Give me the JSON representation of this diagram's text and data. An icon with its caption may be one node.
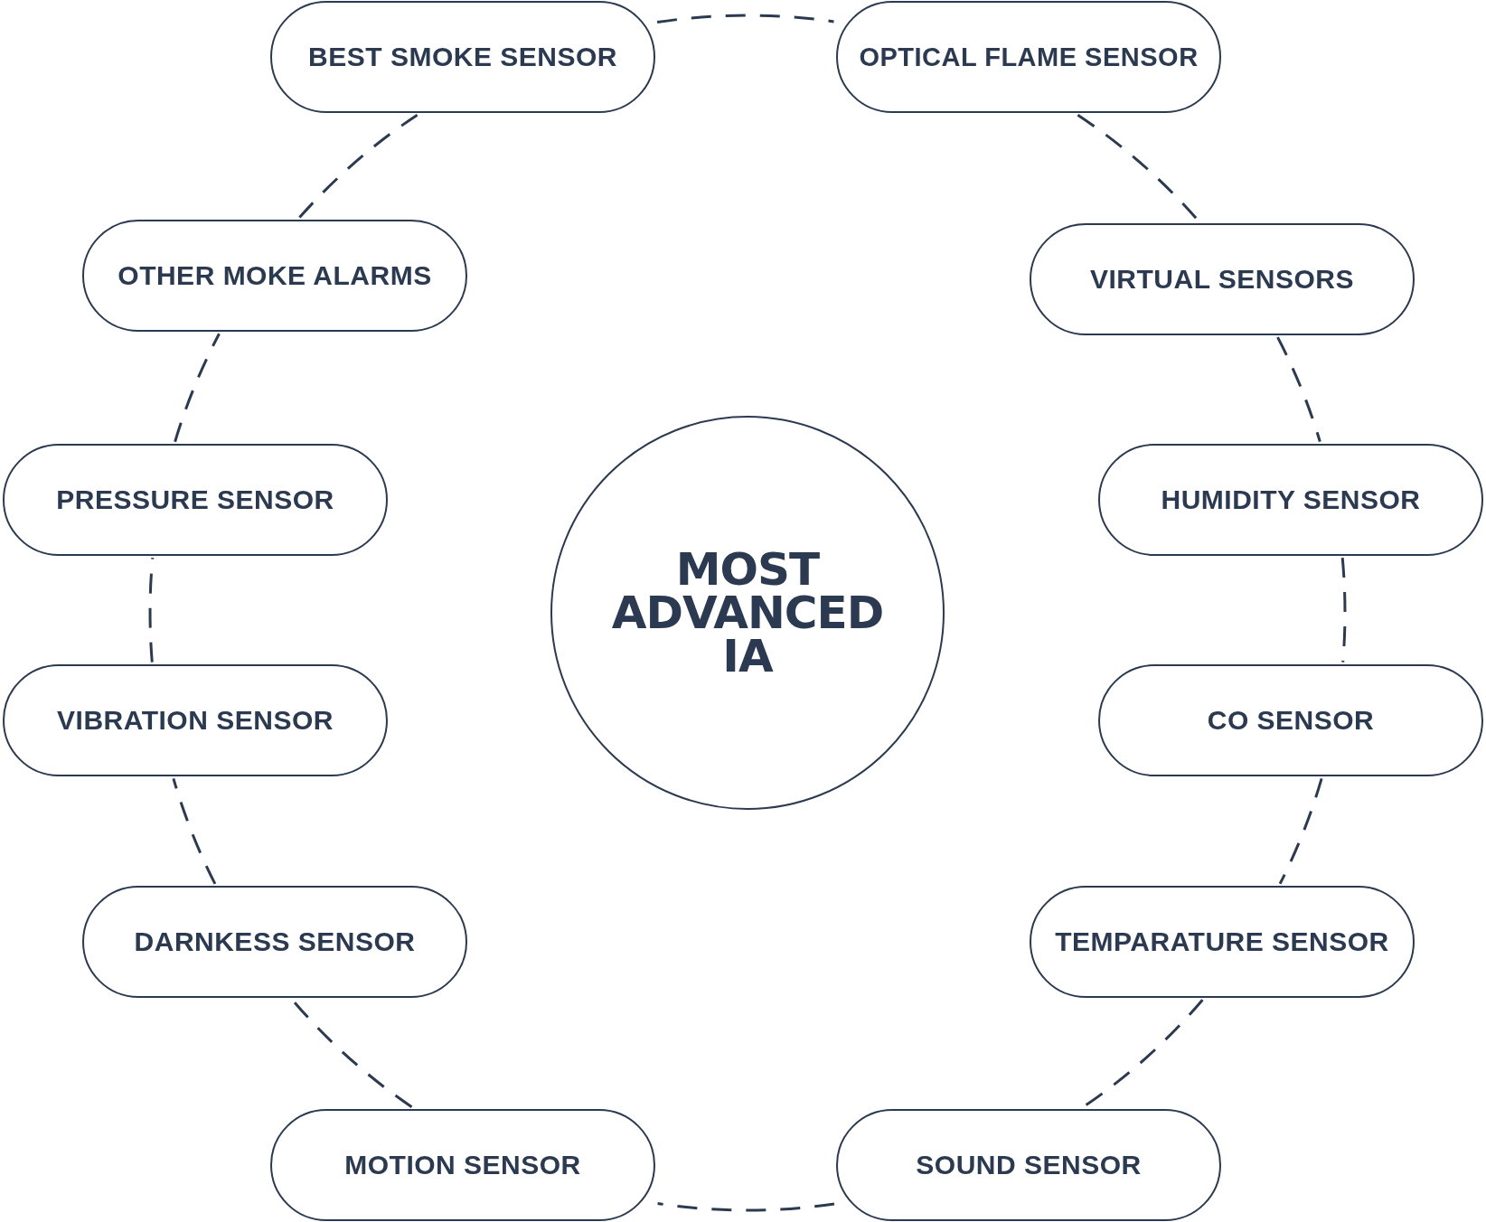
{
  "diagram": {
    "nodes": [
      {
        "text": [
          "BEST SMOKE SENSOR"
        ]
      },
      {
        "text": [
          "OPTICAL FLAME SENSOR"
        ]
      },
      {
        "text": [
          "OTHER MOKE ALARMS"
        ]
      },
      {
        "text": [
          "VIRTUAL SENSORS"
        ]
      },
      {
        "text": [
          "PRESSURE SENSOR"
        ]
      },
      {
        "text": [
          "HUMIDITY SENSOR"
        ]
      },
      {
        "text": [
          "MOST ADVANCED IA"
        ]
      },
      {
        "text": [
          "VIBRATION SENSOR"
        ]
      },
      {
        "text": [
          "CO SENSOR"
        ]
      },
      {
        "text": [
          "DARNKESS SENSOR"
        ]
      },
      {
        "text": [
          "TEMPARATURE SENSOR"
        ]
      },
      {
        "text": [
          "MOTION SENSOR"
        ]
      },
      {
        "text": [
          "SOUND SENSOR"
        ]
      }
    ],
    "edges": [
      {
        "from": 0,
        "to": 1,
        "arrow": "none",
        "style": "dashed"
      },
      {
        "from": 1,
        "to": 3,
        "arrow": "none",
        "style": "dashed"
      },
      {
        "from": 3,
        "to": 5,
        "arrow": "none",
        "style": "dashed"
      },
      {
        "from": 5,
        "to": 8,
        "arrow": "none",
        "style": "dashed"
      },
      {
        "from": 8,
        "to": 10,
        "arrow": "none",
        "style": "dashed"
      },
      {
        "from": 10,
        "to": 12,
        "arrow": "none",
        "style": "dashed"
      },
      {
        "from": 12,
        "to": 11,
        "arrow": "none",
        "style": "dashed"
      },
      {
        "from": 11,
        "to": 9,
        "arrow": "none",
        "style": "dashed"
      },
      {
        "from": 9,
        "to": 7,
        "arrow": "none",
        "style": "dashed"
      },
      {
        "from": 7,
        "to": 4,
        "arrow": "none",
        "style": "dashed"
      },
      {
        "from": 4,
        "to": 2,
        "arrow": "none",
        "style": "dashed"
      },
      {
        "from": 2,
        "to": 0,
        "arrow": "none",
        "style": "dashed"
      }
    ]
  }
}
